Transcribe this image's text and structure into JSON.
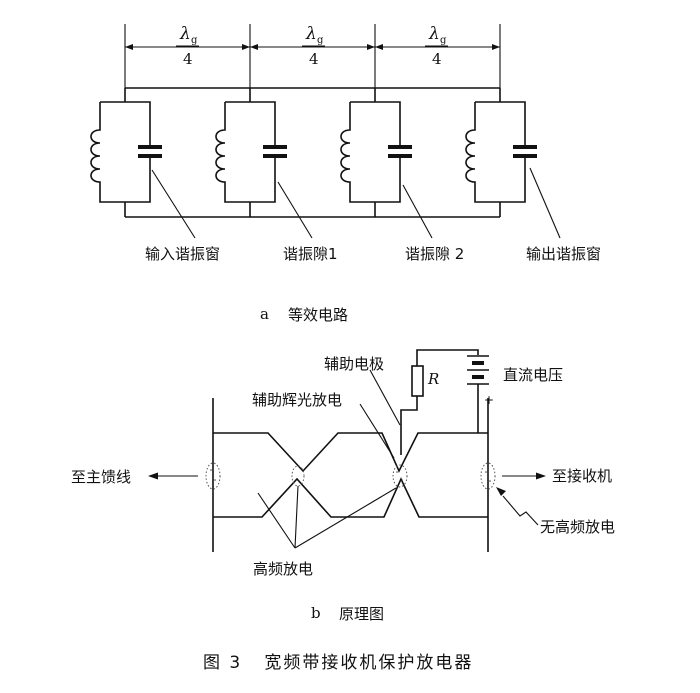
{
  "figure_caption": "图 3   宽频带接收机保护放电器",
  "part_a": {
    "caption_letter": "a",
    "caption_text": "等效电路",
    "spacing_symbol": "λ",
    "spacing_subscript": "g",
    "spacing_denominator": "4",
    "labels": [
      "输入谐振窗",
      "谐振隙1",
      "谐振隙 2",
      "输出谐振窗"
    ]
  },
  "part_b": {
    "caption_letter": "b",
    "caption_text": "原理图",
    "labels": {
      "aux_electrode": "辅助电极",
      "aux_glow": "辅助辉光放电",
      "resistor": "R",
      "dc_voltage": "直流电压",
      "plus": "+",
      "to_feeder": "至主馈线",
      "to_receiver": "至接收机",
      "no_rf_discharge": "无高频放电",
      "rf_discharge": "高频放电"
    }
  }
}
